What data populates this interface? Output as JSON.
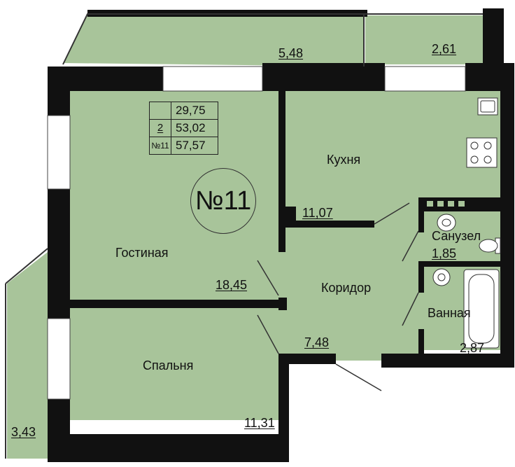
{
  "apartment": {
    "badge": "№11",
    "summary": {
      "rooms": "2",
      "number": "№11",
      "living_area": "29,75",
      "total_area": "53,02",
      "total_with_balconies": "57,57"
    }
  },
  "rooms": {
    "loggia_top": {
      "area": "5,48"
    },
    "balcony_top_right": {
      "area": "2,61"
    },
    "balcony_left": {
      "area": "3,43"
    },
    "living_room": {
      "name": "Гостиная",
      "area": "18,45"
    },
    "kitchen": {
      "name": "Кухня",
      "area": "11,07"
    },
    "toilet": {
      "name": "Санузел",
      "area": "1,85"
    },
    "corridor": {
      "name": "Коридор",
      "area": "7,48"
    },
    "bathroom": {
      "name": "Ванная",
      "area": "2,87"
    },
    "bedroom": {
      "name": "Спальня",
      "area": "11,31"
    }
  },
  "colors": {
    "floor": "#a8c49a",
    "wall": "#111111",
    "background": "#ffffff"
  }
}
